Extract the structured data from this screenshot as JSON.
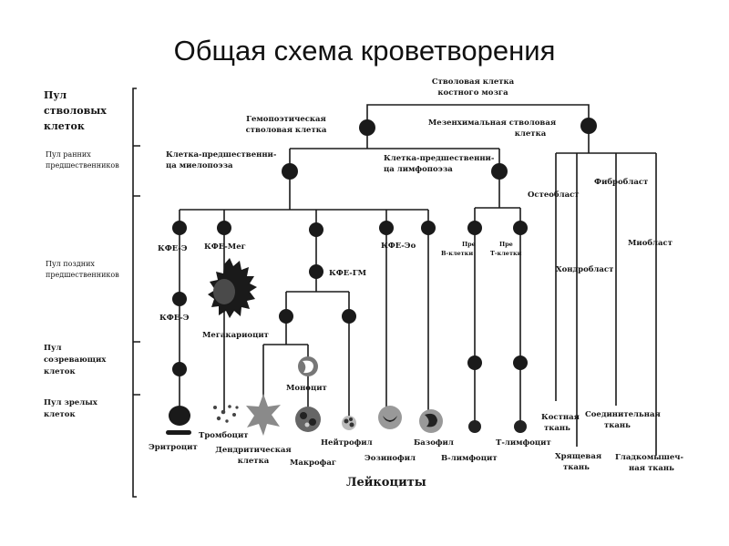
{
  "title": "Общая схема кроветворения",
  "pools": {
    "stem_1": "Пул",
    "stem_2": "стволовых",
    "stem_3": "клеток",
    "early_1": "Пул ранних",
    "early_2": "предшественников",
    "late_1": "Пул поздних",
    "late_2": "предшественников",
    "maturing_1": "Пул",
    "maturing_2": "созревающих",
    "maturing_3": "клеток",
    "mature_1": "Пул зрелых",
    "mature_2": "клеток"
  },
  "nodes": {
    "bm_stem_1": "Стволовая клетка",
    "bm_stem_2": "костного мозга",
    "hsc_1": "Гемопоэтическая",
    "hsc_2": "стволовая клетка",
    "msc_1": "Мезенхимальная стволовая",
    "msc_2": "клетка",
    "myelo_1": "Клетка-предшественни-",
    "myelo_2": "ца миелопоэза",
    "lympho_1": "Клетка-предшественни-",
    "lympho_2": "ца лимфопоэза",
    "cfu_e": "КФЕ-Э",
    "cfu_meg": "КФЕ-Мег",
    "cfu_eo": "КФЕ-Эо",
    "pre_b_1": "Пре",
    "pre_b_2": "В-клетки",
    "pre_t_1": "Пре",
    "pre_t_2": "Т-клетки",
    "cfu_gm": "КФЕ-ГМ",
    "cfu_e2": "КФЕ-Э",
    "megakaryocyte": "Мегакариоцит",
    "monocyte": "Моноцит",
    "erythrocyte": "Эритроцит",
    "platelet": "Тромбоцит",
    "dendritic_1": "Дендритическая",
    "dendritic_2": "клетка",
    "macrophage": "Макрофаг",
    "neutrophil": "Нейтрофил",
    "eosinophil": "Эозинофил",
    "basophil": "Базофил",
    "b_lymph": "В-лимфоцит",
    "t_lymph": "Т-лимфоцит",
    "leukocytes": "Лейкоциты",
    "osteoblast": "Остеобласт",
    "fibroblast": "Фибробласт",
    "chondroblast": "Хондробласт",
    "myoblast": "Миобласт",
    "bone_1": "Костная",
    "bone_2": "ткань",
    "connective_1": "Соединительная",
    "connective_2": "ткань",
    "cartilage_1": "Хрящевая",
    "cartilage_2": "ткань",
    "smooth_1": "Гладкомышеч-",
    "smooth_2": "ная ткань"
  }
}
